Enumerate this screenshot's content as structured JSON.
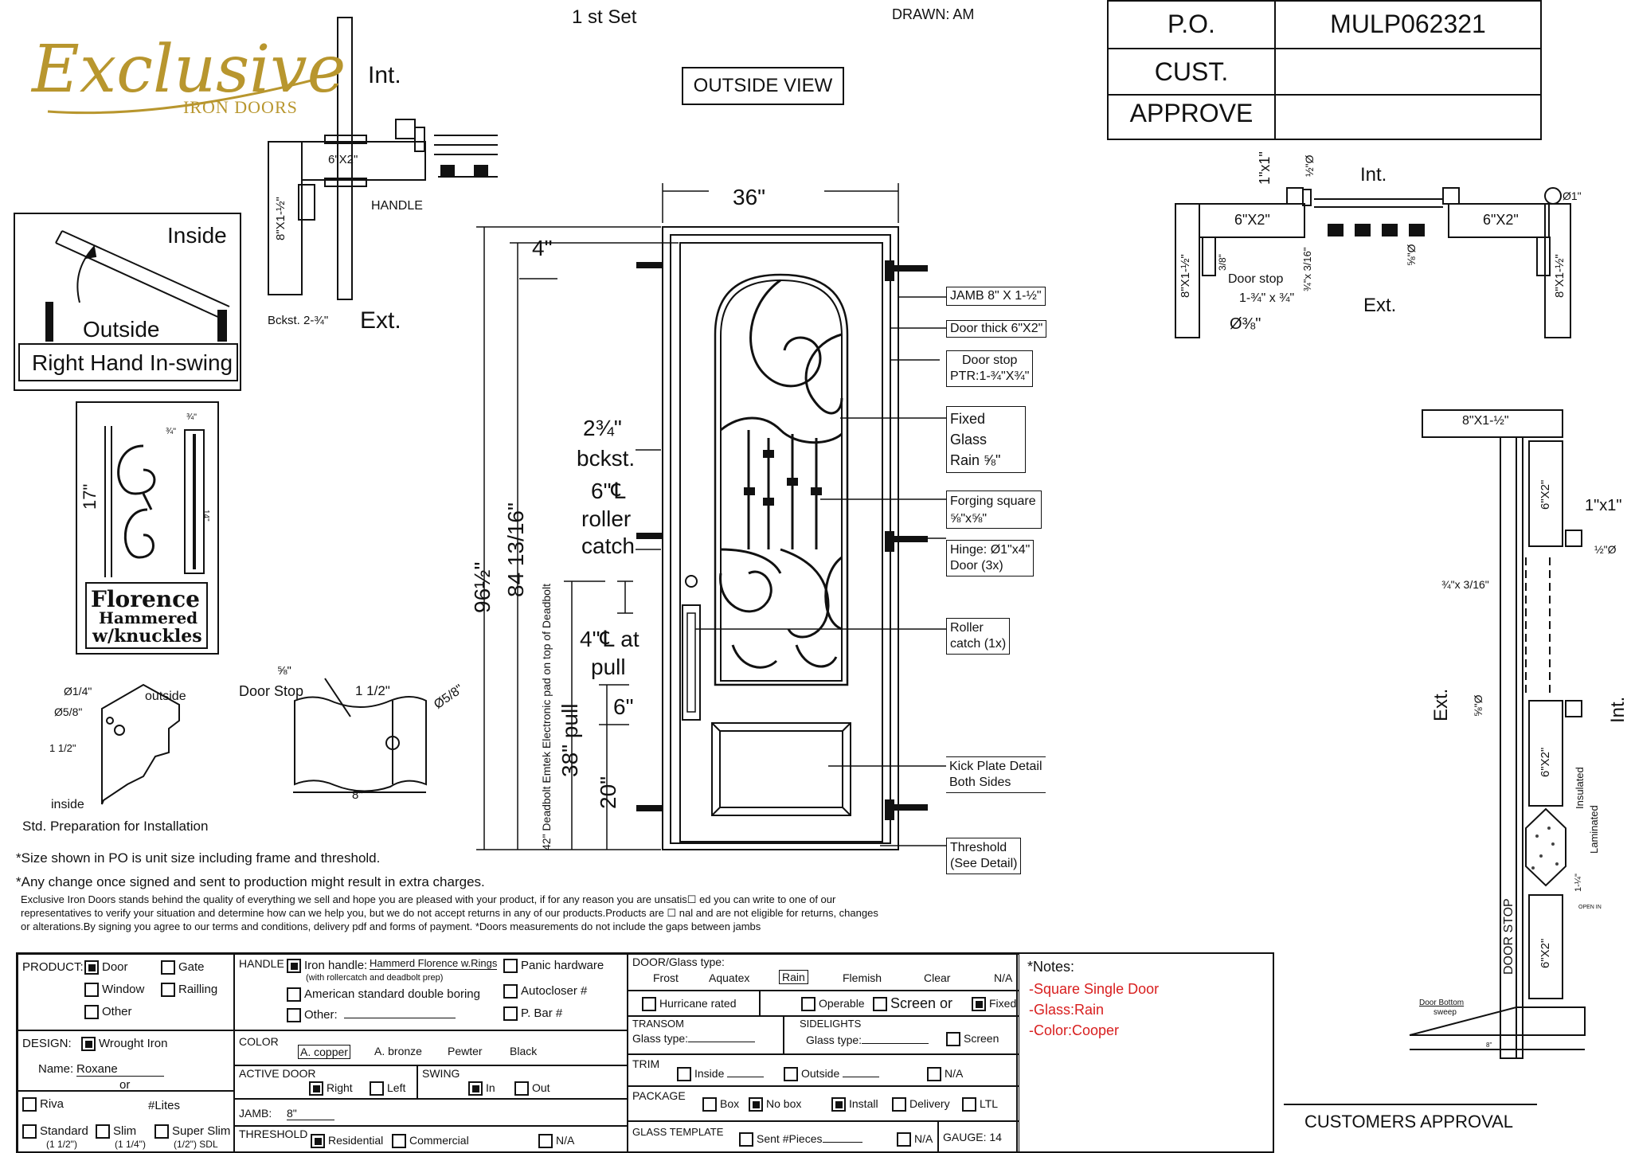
{
  "header": {
    "set": "1 st Set",
    "drawn": "DRAWN: AM",
    "view_title": "OUTSIDE VIEW",
    "po_label": "P.O.",
    "po_value": "MULP062321",
    "cust_label": "CUST.",
    "cust_value": "",
    "approve_label": "APPROVE",
    "approve_value": ""
  },
  "logo": {
    "name": "Exclusive",
    "sub": "IRON DOORS"
  },
  "swing": {
    "inside": "Inside",
    "outside": "Outside",
    "title": "Right Hand In-swing"
  },
  "top_section": {
    "int": "Int.",
    "ext": "Ext.",
    "size": "6\"X2\"",
    "jamb": "8\"X1-½\"",
    "handle": "HANDLE",
    "bckst": "Bckst. 2-¾\""
  },
  "design_sample": {
    "h": "17\"",
    "w": "¾\"",
    "r": "¾\"",
    "n": "14\"",
    "title1": "Florence",
    "title2": "Hammered",
    "title3": "w/knuckles"
  },
  "prep": {
    "d1": "Ø1/4\"",
    "d2": "Ø5/8\"",
    "outside": "outside",
    "inside": "inside",
    "h": "1 1/2\"",
    "caption": "Std. Preparation for Installation",
    "door_stop": "Door Stop",
    "ds_dim": "⅝\"",
    "ds_w": "1 1/2\"",
    "ds_dia": "Ø5/8\"",
    "ds_len": "8\""
  },
  "door_dims": {
    "width": "36\"",
    "top": "4\"",
    "bckst": "2¾\"",
    "bckst2": "bckst.",
    "roller1": "6\"℄",
    "roller2": "roller",
    "roller3": "catch",
    "height_total": "96½\"",
    "height_door": "84 13/16\"",
    "pull_at": "4\"℄ at",
    "pull": "pull",
    "six": "6\"",
    "pull_h": "38\" pull",
    "kick": "20\"",
    "deadbolt": "42\" Deadbolt Emtek Electronic pad on top of Deadbolt"
  },
  "callouts": {
    "jamb": "JAMB 8\" X 1-½\"",
    "thick": "Door thick 6\"X2\"",
    "stop1": "Door stop",
    "stop2": "PTR:1-¾\"X¾\"",
    "glass1": "Fixed Glass",
    "glass2": "Rain ⅝\"",
    "forge1": "Forging square",
    "forge2": "⅝\"x⅝\"",
    "hinge1": "Hinge: Ø1\"x4\"",
    "hinge2": "Door (3x)",
    "roller1": "Roller",
    "roller2": "catch  (1x)",
    "kick1": "Kick Plate Detail",
    "kick2": "Both Sides",
    "thr1": "Threshold",
    "thr2": "(See Detail)"
  },
  "plan": {
    "int": "Int.",
    "ext": "Ext.",
    "d1": "1\"x1\"",
    "d2": "½\"Ø",
    "l": "6\"X2\"",
    "r": "6\"X2\"",
    "j1": "8\"X1-½\"",
    "j2": "8\"X1-½\"",
    "d3": "3/8\"",
    "d4": "¾\"x 3/16\"",
    "stop": "Door stop",
    "stop2": "1-¾\" x ¾\"",
    "dia": "Ø⅜\"",
    "d5": "⅝\"Ø",
    "d6": "Ø1\""
  },
  "section": {
    "top": "8\"X1-½\"",
    "upper": "6\"X2\"",
    "d1": "1\"x1\"",
    "d2": "½\"Ø",
    "d3": "¾\"x 3/16\"",
    "ext": "Ext.",
    "int": "Int.",
    "d4": "⅝\"Ø",
    "mid": "6\"X2\"",
    "ins": "Insulated",
    "lam": "Laminated",
    "d5": "1-¼\"",
    "open": "OPEN IN",
    "low": "6\"X2\"",
    "stop": "DOOR STOP",
    "sweep1": "Door Bottom",
    "sweep2": "sweep",
    "w": "8\""
  },
  "notes_text": {
    "n1": "*Size shown in PO is unit size including frame and threshold.",
    "n2": "*Any change once signed and sent to production might result in extra charges.",
    "p1": "Exclusive Iron Doors stands behind the quality of everything we sell and hope you are pleased with your product, if for any reason you are unsatis☐ ed you can write to one of our",
    "p2": "representatives to verify your situation and determine how can we help you, but we do not accept returns in any of our products.Products are ☐ nal and are not eligible for returns, changes",
    "p3": "or alterations.By signing you agree to our terms and conditions, delivery pdf and forms of payment. *Doors measurements do not include the gaps between jambs"
  },
  "form": {
    "product": "PRODUCT:",
    "door": "Door",
    "gate": "Gate",
    "window": "Window",
    "railing": "Railling",
    "other": "Other",
    "design": "DESIGN:",
    "wrought": "Wrought Iron",
    "name_lbl": "Name:",
    "name_val": "Roxane",
    "or": "or",
    "riva": "Riva",
    "lites": "#Lites",
    "standard": "Standard",
    "std_sub": "(1 1/2\")",
    "slim": "Slim",
    "slim_sub": "(1 1/4\")",
    "superslim": "Super Slim",
    "ss_sub": "(1/2\") SDL",
    "handle": "HANDLE",
    "handle_lbl": "Iron handle:",
    "handle_val": "Hammerd Florence w.Rings",
    "handle_sub": "(with rollercatch and deadbolt prep)",
    "panic": "Panic hardware",
    "american": "American standard double boring",
    "autocloser": "Autocloser #",
    "other2": "Other:",
    "pbar": "P. Bar #",
    "color": "COLOR",
    "copper": "A. copper",
    "bronze": "A. bronze",
    "pewter": "Pewter",
    "black": "Black",
    "active": "ACTIVE DOOR",
    "right": "Right",
    "left": "Left",
    "swing": "SWING",
    "in": "In",
    "out": "Out",
    "jamb_lbl": "JAMB:",
    "jamb_val": "8\"",
    "threshold": "THRESHOLD",
    "residential": "Residential",
    "commercial": "Commercial",
    "na": "N/A",
    "glass_type": "DOOR/Glass type:",
    "frost": "Frost",
    "aquatex": "Aquatex",
    "rain": "Rain",
    "flemish": "Flemish",
    "clear": "Clear",
    "na2": "N/A",
    "hurricane": "Hurricane rated",
    "operable": "Operable",
    "screen_or": "Screen or",
    "fixed": "Fixed",
    "transom": "TRANSOM",
    "transom_glass": "Glass type:",
    "sidelights": "SIDELIGHTS",
    "side_glass": "Glass type:",
    "screen": "Screen",
    "trim": "TRIM",
    "inside": "Inside",
    "outside": "Outside",
    "na3": "N/A",
    "package": "PACKAGE",
    "box": "Box",
    "nobox": "No box",
    "install": "Install",
    "delivery": "Delivery",
    "ltl": "LTL",
    "template": "GLASS TEMPLATE",
    "sent": "Sent #Pieces",
    "na4": "N/A",
    "gauge": "GAUGE: 14"
  },
  "notes": {
    "title": "*Notes:",
    "n1": "-Square Single Door",
    "n2": "-Glass:Rain",
    "n3": "-Color:Cooper"
  },
  "approval": "CUSTOMERS APPROVAL",
  "colors": {
    "logo_gold": "#b8962e",
    "note_red": "#d81e1e"
  }
}
